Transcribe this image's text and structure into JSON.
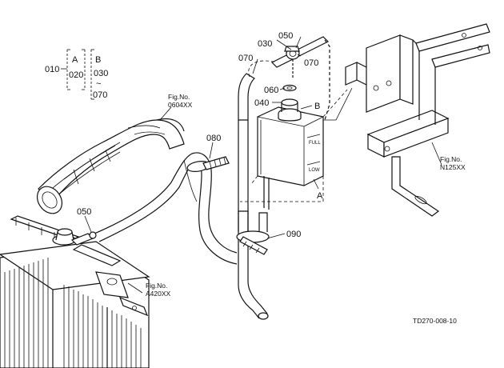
{
  "legend": {
    "p010": "010",
    "p020": "020",
    "p030": "030",
    "p070": "070",
    "groupA": "A",
    "groupB": "B",
    "approx": "~"
  },
  "callouts": {
    "c030": "030",
    "c050_top": "050",
    "c070_left": "070",
    "c070_right": "070",
    "c060": "060",
    "c040": "040",
    "cB": "B",
    "cA": "A",
    "c080": "080",
    "c050_left": "050",
    "c090": "090"
  },
  "refs": {
    "fig_top_label": "Fig.No.",
    "fig_top_code": "0604XX",
    "fig_right_label": "Fig.No.",
    "fig_right_code": "N125XX",
    "fig_bottom_label": "Fig.No.",
    "fig_bottom_code": "A420XX"
  },
  "tank": {
    "full_mark": "FULL",
    "low_mark": "LOW"
  },
  "drawing_id": "TD270-008-10"
}
